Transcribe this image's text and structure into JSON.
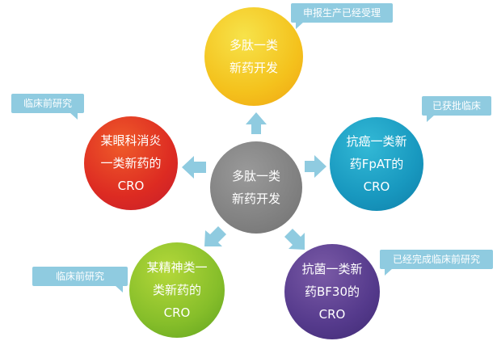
{
  "center": {
    "text": "多肽一类\n新药开发",
    "color": "#7d7d7d"
  },
  "nodes": {
    "top": {
      "text": "多肽一类\n新药开发",
      "tag": "申报生产已经受理",
      "color": "#f4c21d"
    },
    "left": {
      "text": "某眼科消炎\n一类新药的\nCRO",
      "tag": "临床前研究",
      "color": "#dd2b22"
    },
    "right": {
      "text": "抗癌一类新\n药FpAT的\nCRO",
      "tag": "已获批临床",
      "color": "#1898bf"
    },
    "bottom_left": {
      "text": "某精神类一\n类新药的\nCRO",
      "tag": "临床前研究",
      "color": "#86be2a"
    },
    "bottom_right": {
      "text": "抗菌一类新\n药BF30的\nCRO",
      "tag": "已经完成临床前研究",
      "color": "#553a8c"
    }
  },
  "colors": {
    "arrow": "#8fcbe0",
    "tag_bg": "#8fcbe0"
  }
}
